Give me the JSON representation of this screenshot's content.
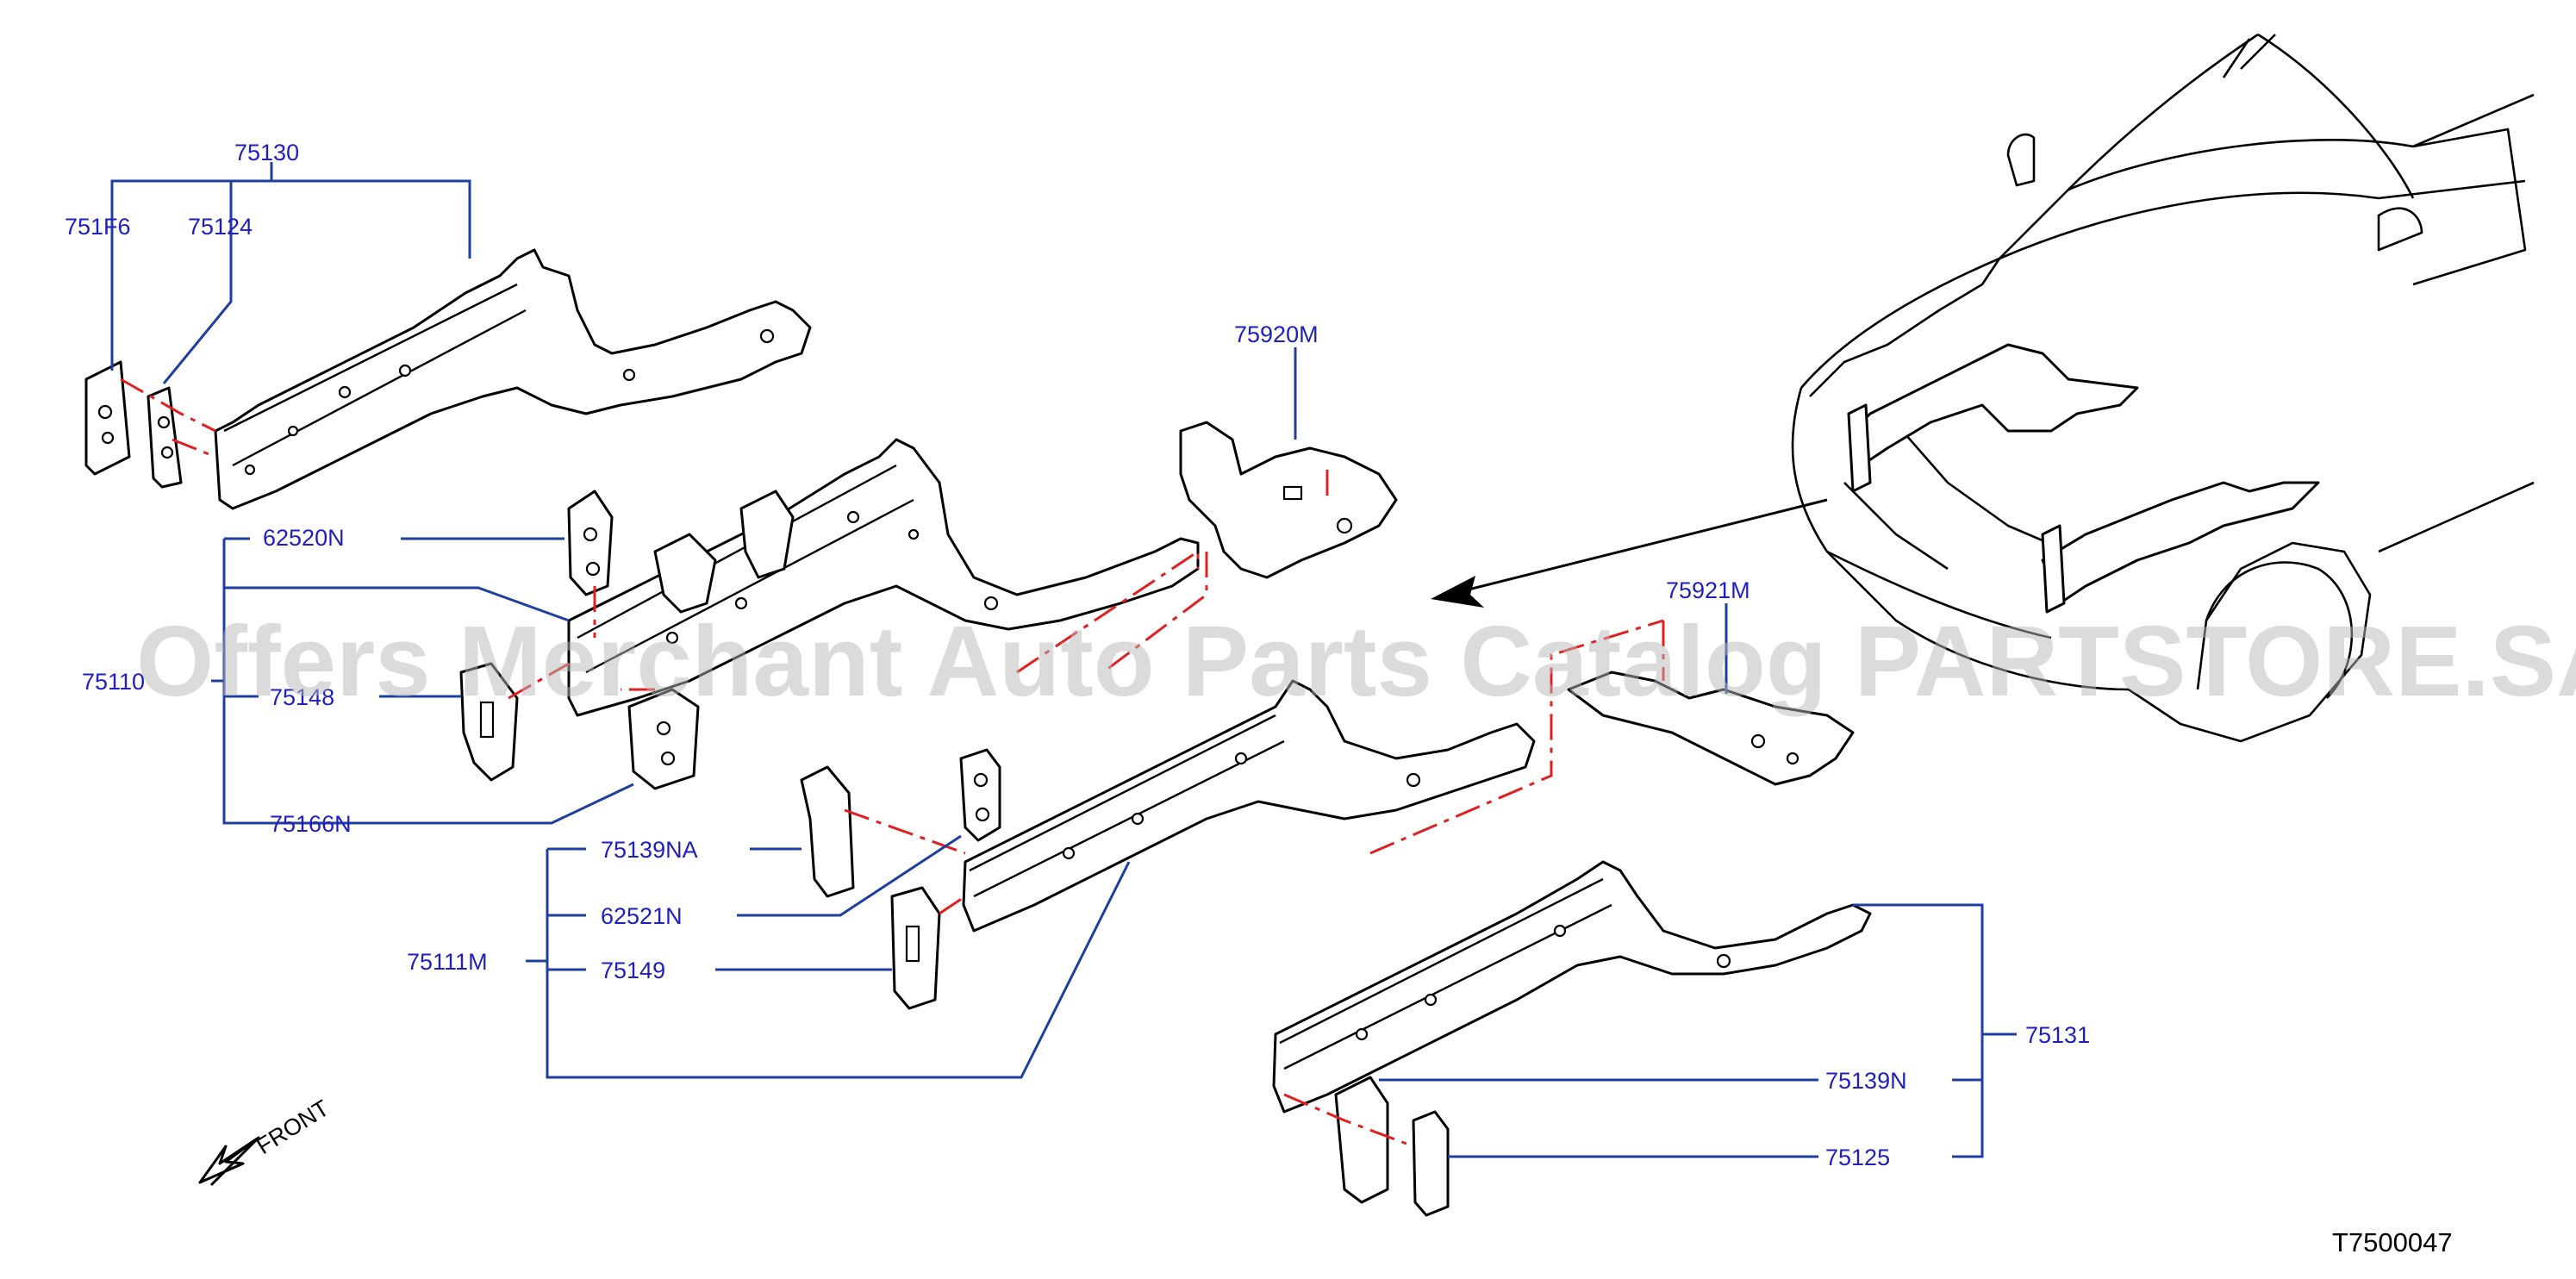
{
  "diagram": {
    "watermark": "Offers Merchant Auto Parts Catalog PARTSTORE.SA",
    "drawing_number": "T7500047",
    "front_label": "FRONT",
    "colors": {
      "leader": "#1f3fa0",
      "label": "#1f1fbf",
      "dash": "#e02020",
      "line": "#000000"
    },
    "part_labels": {
      "p75130": "75130",
      "p751F6": "751F6",
      "p75124": "75124",
      "p75920M": "75920M",
      "p62520N": "62520N",
      "p7511": "75110",
      "p75148": "75148",
      "p75166N": "75166N",
      "p75921M": "75921M",
      "p75139NA": "75139NA",
      "p62521N": "62521N",
      "p75111M": "75111M",
      "p75149": "75149",
      "p75131": "75131",
      "p75139N": "75139N",
      "p75125": "75125"
    }
  }
}
